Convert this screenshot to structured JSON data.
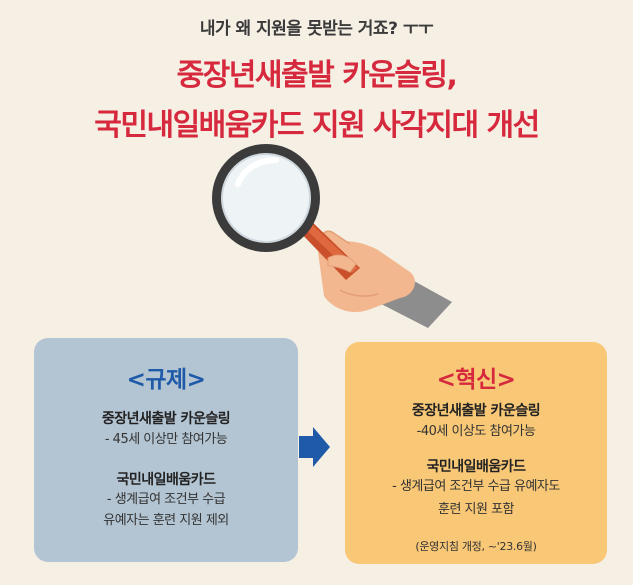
{
  "header": {
    "subtitle": "내가 왜 지원을 못받는 거죠? ㅜㅜ",
    "headline_line1": "중장년새출발 카운슬링,",
    "headline_line2": "국민내일배움카드 지원 사각지대 개선"
  },
  "regulation": {
    "title": "<규제>",
    "item1_title": "중장년새출발 카운슬링",
    "item1_desc": "- 45세 이상만 참여가능",
    "item2_title": "국민내일배움카드",
    "item2_desc_line1": "- 생계급여 조건부 수급",
    "item2_desc_line2": "유예자는 훈련 지원 제외"
  },
  "innovation": {
    "title": "<혁신>",
    "item1_title": "중장년새출발 카운슬링",
    "item1_desc": "-40세 이상도 참여가능",
    "item2_title": "국민내일배움카드",
    "item2_desc_line1": "- 생계급여 조건부 수급 유예자도",
    "item2_desc_line2": "훈련 지원 포함",
    "note": "(운영지침 개정, ~'23.6월)"
  },
  "colors": {
    "accent_red": "#d6293e",
    "accent_blue": "#1f5aa8",
    "regulation_card": "#b3c4d2",
    "innovation_card": "#f8c877",
    "arrow": "#1f5aa8"
  },
  "icons": {
    "illustration": "magnifying-glass-icon",
    "arrow": "arrow-right-icon"
  }
}
